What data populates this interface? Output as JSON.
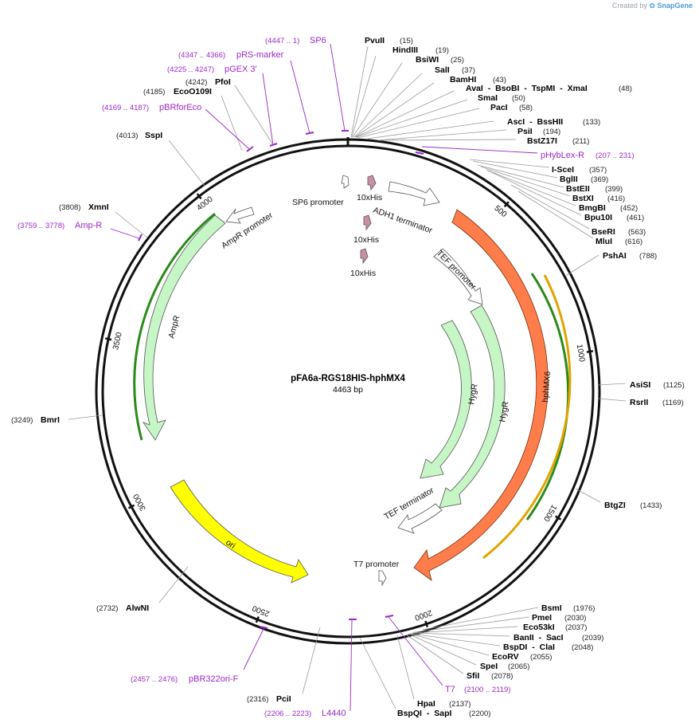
{
  "credit": {
    "prefix": "Created by",
    "brand": "SnapGene"
  },
  "plasmid": {
    "name": "pFA6a-RGS18HIS-hphMX4",
    "length_label": "4463 bp",
    "length": 4463
  },
  "colors": {
    "backbone": "#111111",
    "primer": "#9b27c6",
    "hph": "#ff7d4a",
    "marker": "#c6f5c6",
    "ori": "#ffff00",
    "tag": "#c88fa6"
  },
  "ticks": [
    {
      "pos": 500,
      "label": "500"
    },
    {
      "pos": 1000,
      "label": "1000"
    },
    {
      "pos": 1500,
      "label": "1500"
    },
    {
      "pos": 2000,
      "label": "2000"
    },
    {
      "pos": 2500,
      "label": "2500"
    },
    {
      "pos": 3000,
      "label": "3000"
    },
    {
      "pos": 3500,
      "label": "3500"
    },
    {
      "pos": 4000,
      "label": "4000"
    }
  ],
  "sites": [
    {
      "name": "PvuII",
      "coord": "(15)",
      "pos": 15
    },
    {
      "name": "HindIII",
      "coord": "(19)",
      "pos": 19
    },
    {
      "name": "BsiWI",
      "coord": "(25)",
      "pos": 25
    },
    {
      "name": "SalI",
      "coord": "(37)",
      "pos": 37
    },
    {
      "name": "BamHI",
      "coord": "(43)",
      "pos": 43
    },
    {
      "name": "AvaI - BsoBI - TspMI - XmaI",
      "coord": "(48)",
      "pos": 48
    },
    {
      "name": "SmaI",
      "coord": "(50)",
      "pos": 50
    },
    {
      "name": "PacI",
      "coord": "(58)",
      "pos": 58
    },
    {
      "name": "AscI - BssHII",
      "coord": "(133)",
      "pos": 133
    },
    {
      "name": "PsiI",
      "coord": "(194)",
      "pos": 194
    },
    {
      "name": "BstZ17I",
      "coord": "(211)",
      "pos": 211
    },
    {
      "name": "I-SceI",
      "coord": "(357)",
      "pos": 357
    },
    {
      "name": "BglII",
      "coord": "(369)",
      "pos": 369
    },
    {
      "name": "BstEII",
      "coord": "(399)",
      "pos": 399
    },
    {
      "name": "BstXI",
      "coord": "(416)",
      "pos": 416
    },
    {
      "name": "BmgBI",
      "coord": "(452)",
      "pos": 452
    },
    {
      "name": "Bpu10I",
      "coord": "(461)",
      "pos": 461
    },
    {
      "name": "BseRI",
      "coord": "(563)",
      "pos": 563
    },
    {
      "name": "MluI",
      "coord": "(616)",
      "pos": 616
    },
    {
      "name": "PshAI",
      "coord": "(788)",
      "pos": 788
    },
    {
      "name": "AsiSI",
      "coord": "(1125)",
      "pos": 1125
    },
    {
      "name": "RsrII",
      "coord": "(1169)",
      "pos": 1169
    },
    {
      "name": "BtgZI",
      "coord": "(1433)",
      "pos": 1433
    },
    {
      "name": "BsmI",
      "coord": "(1976)",
      "pos": 1976
    },
    {
      "name": "PmeI",
      "coord": "(2030)",
      "pos": 2030
    },
    {
      "name": "Eco53kI",
      "coord": "(2037)",
      "pos": 2037
    },
    {
      "name": "BanII - SacI",
      "coord": "(2039)",
      "pos": 2039
    },
    {
      "name": "BspDI - ClaI",
      "coord": "(2048)",
      "pos": 2048
    },
    {
      "name": "EcoRV",
      "coord": "(2055)",
      "pos": 2055
    },
    {
      "name": "SpeI",
      "coord": "(2065)",
      "pos": 2065
    },
    {
      "name": "SfiI",
      "coord": "(2078)",
      "pos": 2078
    },
    {
      "name": "HpaI",
      "coord": "(2137)",
      "pos": 2137
    },
    {
      "name": "BspQI - SapI",
      "coord": "(2200)",
      "pos": 2200
    },
    {
      "name": "PciI",
      "coord": "(2316)",
      "pos": 2316
    },
    {
      "name": "AlwNI",
      "coord": "(2732)",
      "pos": 2732
    },
    {
      "name": "BmrI",
      "coord": "(3249)",
      "pos": 3249
    },
    {
      "name": "XmnI",
      "coord": "(3808)",
      "pos": 3808
    },
    {
      "name": "SspI",
      "coord": "(4013)",
      "pos": 4013
    },
    {
      "name": "EcoO109I",
      "coord": "(4185)",
      "pos": 4185
    },
    {
      "name": "PfoI",
      "coord": "(4242)",
      "pos": 4242
    }
  ],
  "primers": [
    {
      "name": "SP6",
      "coord": "(4447 .. 1)",
      "pos": 4455
    },
    {
      "name": "pRS-marker",
      "coord": "(4347 .. 4366)",
      "pos": 4356
    },
    {
      "name": "pGEX 3'",
      "coord": "(4225 .. 4247)",
      "pos": 4236
    },
    {
      "name": "pBRforEco",
      "coord": "(4169 .. 4187)",
      "pos": 4178
    },
    {
      "name": "pHybLex-R",
      "coord": "(207 .. 231)",
      "pos": 219
    },
    {
      "name": "Amp-R",
      "coord": "(3759 .. 3778)",
      "pos": 3768
    },
    {
      "name": "pBR322ori-F",
      "coord": "(2457 .. 2476)",
      "pos": 2466
    },
    {
      "name": "L4440",
      "coord": "(2206 .. 2223)",
      "pos": 2214
    },
    {
      "name": "T7",
      "coord": "(2100 .. 2119)",
      "pos": 2110
    }
  ],
  "features": [
    {
      "name": "hphMX6",
      "type": "hph"
    },
    {
      "name": "HygR",
      "type": "marker"
    },
    {
      "name": "HygR",
      "type": "marker"
    },
    {
      "name": "AmpR",
      "type": "marker"
    },
    {
      "name": "ori",
      "type": "ori"
    },
    {
      "name": "SP6 promoter",
      "type": "promoter"
    },
    {
      "name": "ADH1 terminator",
      "type": "terminator"
    },
    {
      "name": "TEF promoter",
      "type": "promoter"
    },
    {
      "name": "TEF terminator",
      "type": "terminator"
    },
    {
      "name": "T7 promoter",
      "type": "promoter"
    },
    {
      "name": "AmpR promoter",
      "type": "promoter"
    },
    {
      "name": "10xHis",
      "type": "tag"
    },
    {
      "name": "10xHis",
      "type": "tag"
    },
    {
      "name": "10xHis",
      "type": "tag"
    }
  ]
}
